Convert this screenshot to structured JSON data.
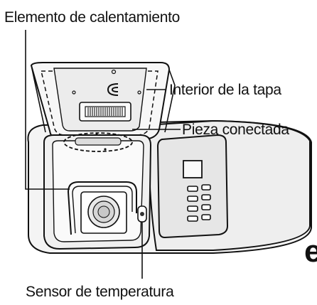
{
  "labels": {
    "heating_element": "Elemento de calentamiento",
    "lid_interior": "Interior de la tapa",
    "connected_piece": "Pieza conectada",
    "temperature_sensor": "Sensor de temperatura",
    "edge_glyph": "e"
  },
  "colors": {
    "line": "#111111",
    "body_fill": "#f4f4f4",
    "panel_fill": "#e6e6e6",
    "dark": "#222222"
  }
}
